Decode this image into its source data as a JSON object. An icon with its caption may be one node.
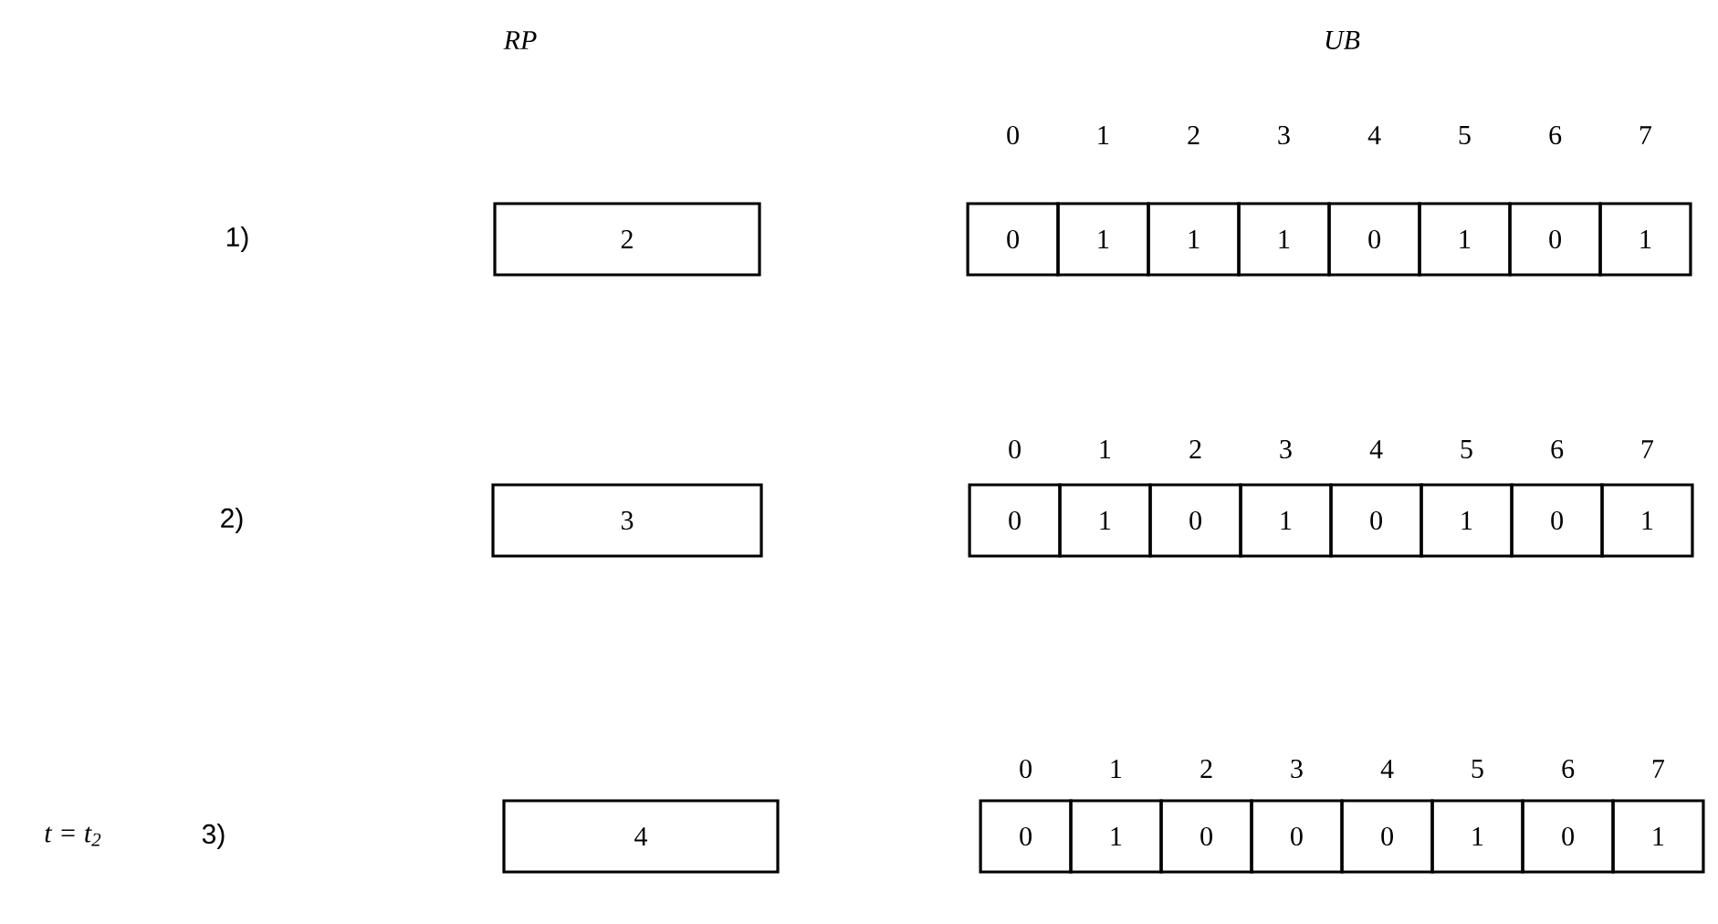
{
  "diagram": {
    "nodes": [
      {
        "text": [
          "2"
        ]
      },
      {
        "text": [
          "0"
        ]
      },
      {
        "text": [
          "1"
        ]
      },
      {
        "text": [
          "1"
        ]
      },
      {
        "text": [
          "1"
        ]
      },
      {
        "text": [
          "0"
        ]
      },
      {
        "text": [
          "1"
        ]
      },
      {
        "text": [
          "0"
        ]
      },
      {
        "text": [
          "1"
        ]
      },
      {
        "text": [
          "3"
        ]
      },
      {
        "text": [
          "0"
        ]
      },
      {
        "text": [
          "1"
        ]
      },
      {
        "text": [
          "0"
        ]
      },
      {
        "text": [
          "1"
        ]
      },
      {
        "text": [
          "0"
        ]
      },
      {
        "text": [
          "1"
        ]
      },
      {
        "text": [
          "0"
        ]
      },
      {
        "text": [
          "1"
        ]
      },
      {
        "text": [
          "4"
        ]
      },
      {
        "text": [
          "0"
        ]
      },
      {
        "text": [
          "1"
        ]
      },
      {
        "text": [
          "0"
        ]
      },
      {
        "text": [
          "0"
        ]
      },
      {
        "text": [
          "0"
        ]
      },
      {
        "text": [
          "1"
        ]
      },
      {
        "text": [
          "0"
        ]
      },
      {
        "text": [
          "1"
        ]
      }
    ],
    "labels": [
      "RP",
      "UB",
      "0",
      "1",
      "2",
      "3",
      "4",
      "5",
      "6",
      "7",
      "1)",
      "0",
      "1",
      "2",
      "3",
      "4",
      "5",
      "6",
      "7",
      "2)",
      "0",
      "1",
      "2",
      "3",
      "4",
      "5",
      "6",
      "7",
      "t = t$_{2}$",
      "3)"
    ]
  }
}
